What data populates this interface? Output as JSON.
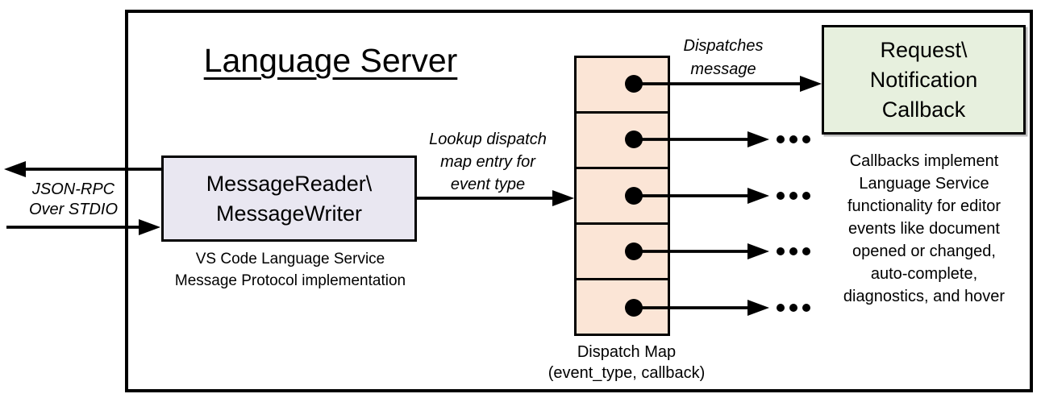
{
  "diagram": {
    "title": "Language Server",
    "io_label": {
      "line1": "JSON-RPC",
      "line2": "Over STDIO"
    },
    "reader_box": {
      "line1": "MessageReader\\",
      "line2": "MessageWriter"
    },
    "reader_caption": {
      "line1": "VS Code Language Service",
      "line2": "Message Protocol implementation"
    },
    "lookup_label": {
      "line1": "Lookup dispatch",
      "line2": "map entry for",
      "line3": "event type"
    },
    "dispatches_label": {
      "line1": "Dispatches",
      "line2": "message"
    },
    "dispatch_map": {
      "cells": 5,
      "arrow_targets": [
        "callback-box",
        "more",
        "more",
        "more",
        "more"
      ]
    },
    "dispatch_map_label": {
      "line1": "Dispatch Map",
      "line2": "(event_type, callback)"
    },
    "callback_box": {
      "line1": "Request\\",
      "line2": "Notification",
      "line3": "Callback"
    },
    "callbacks_note": {
      "line1": "Callbacks implement",
      "line2": "Language Service",
      "line3": "functionality for editor",
      "line4": "events like document",
      "line5": "opened or changed,",
      "line6": "auto-complete,",
      "line7": "diagnostics, and hover"
    },
    "colors": {
      "reader_fill": "#E9E7F1",
      "dispatch_fill": "#FBE5D6",
      "callback_fill": "#E7F0DE",
      "stroke": "#000000"
    }
  }
}
